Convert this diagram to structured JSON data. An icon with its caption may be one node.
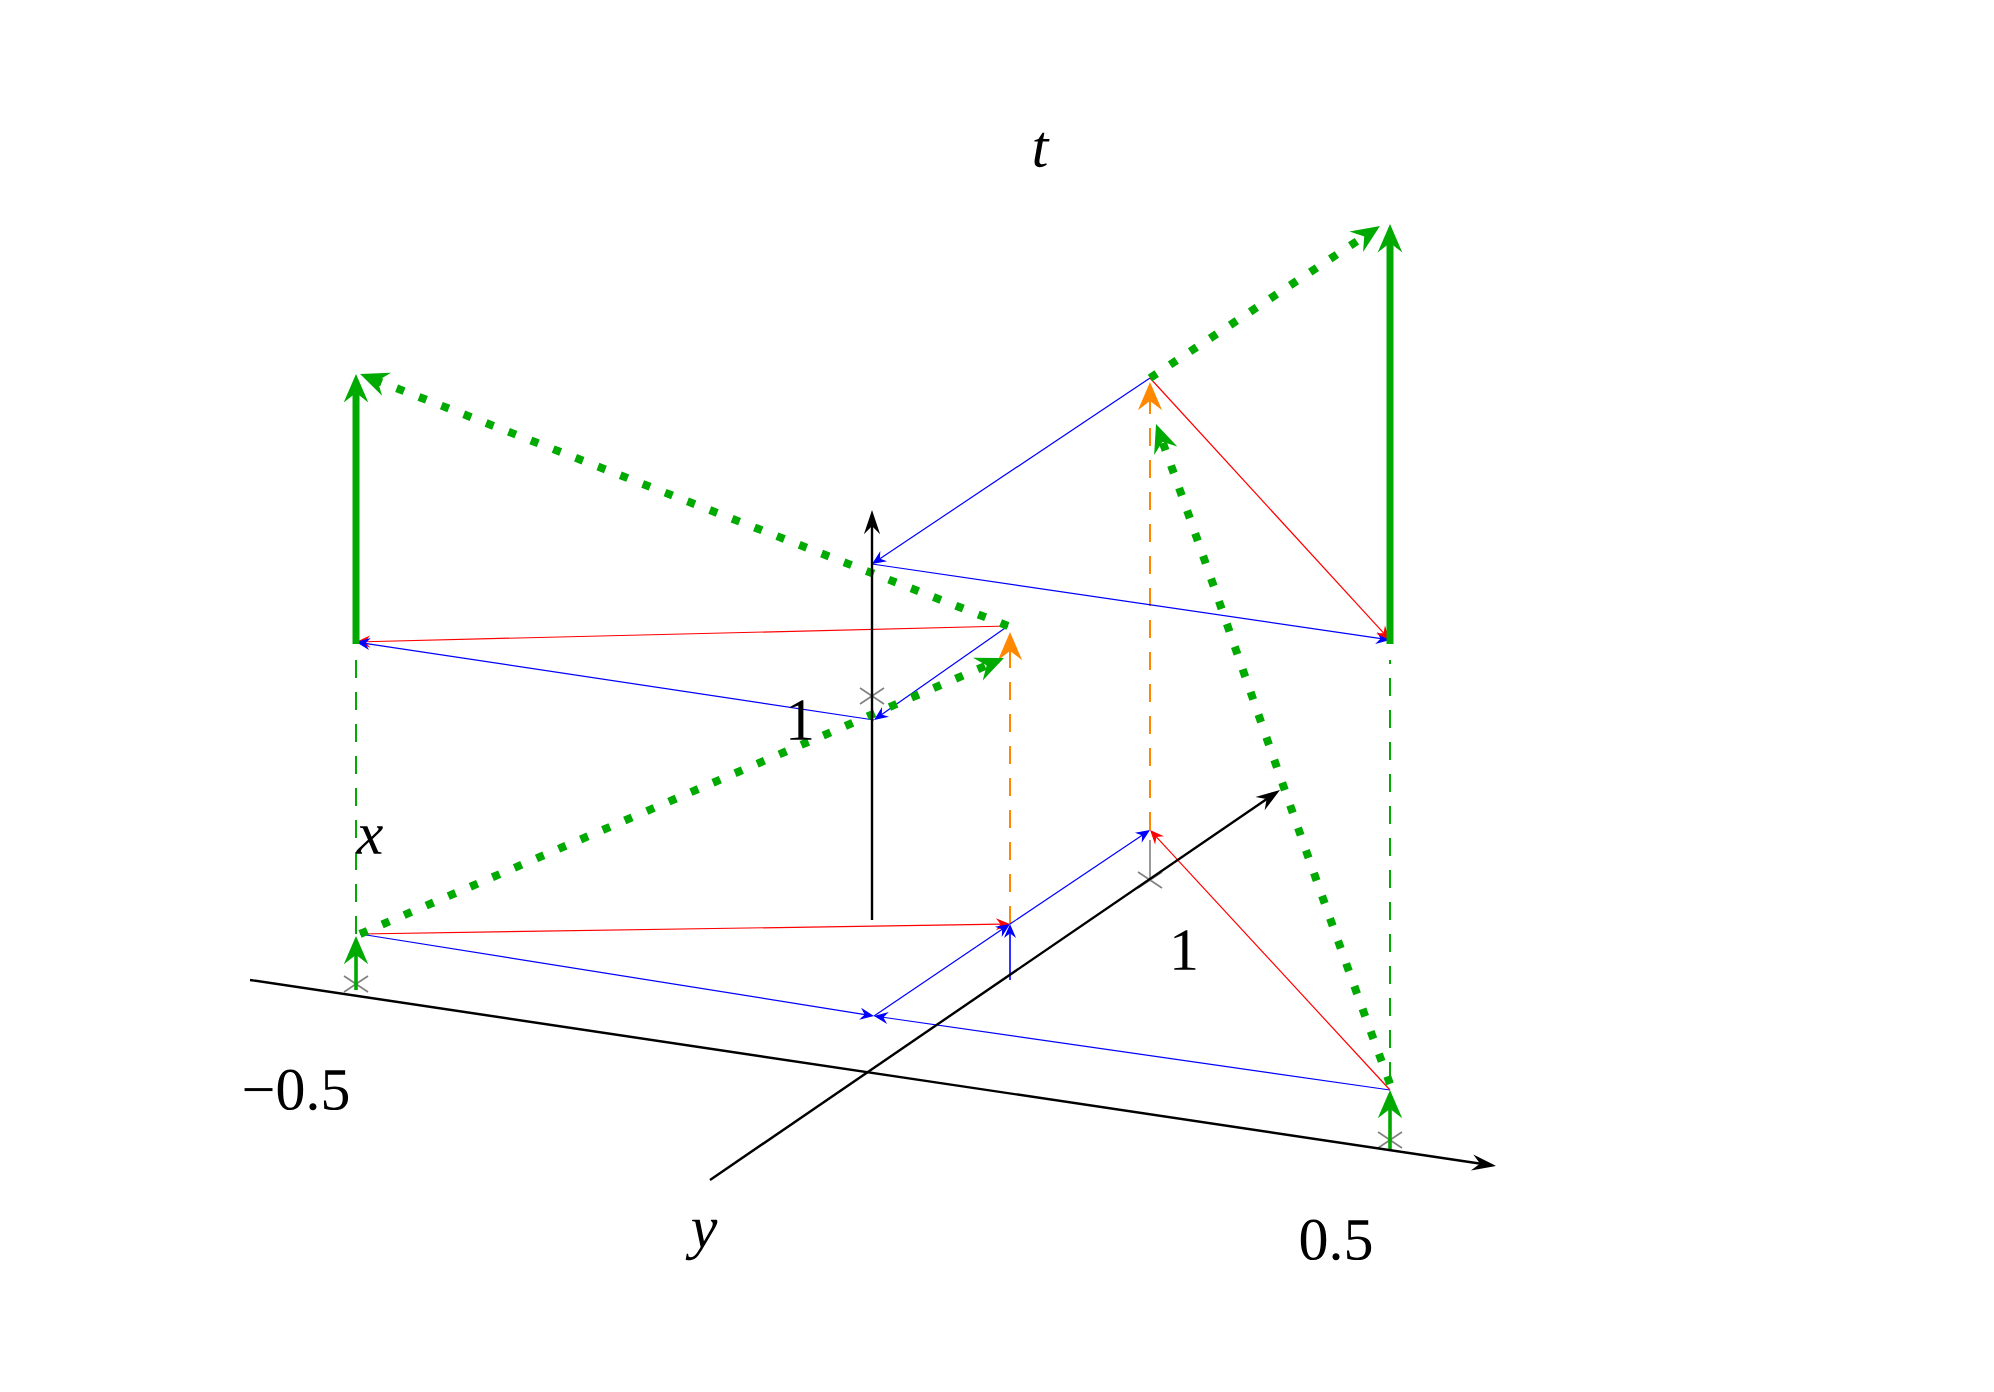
{
  "diagram": {
    "labels": [
      "t",
      "x",
      "1",
      "1",
      "−0.5",
      "y",
      "0.5"
    ]
  }
}
